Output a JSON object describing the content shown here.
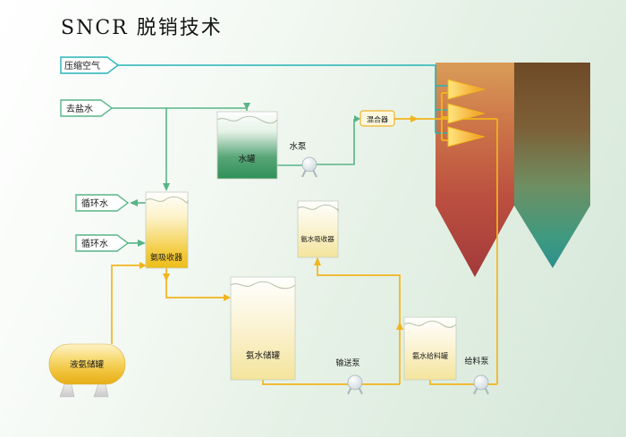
{
  "title": "SNCR 脱销技术",
  "flow_tags": {
    "compressed_air": "压缩空气",
    "demineralized_water": "去盐水",
    "circulating_water_out": "循环水",
    "circulating_water_in": "循环水"
  },
  "equipment": {
    "water_tank": "水罐",
    "water_pump": "水泵",
    "mixer": "混合器",
    "ammonia_absorber": "氨吸收器",
    "ammonia_water_absorber": "氨水吸收器",
    "liquid_ammonia_storage_tank": "液氨储罐",
    "ammonia_water_storage_tank": "氨水储罐",
    "transfer_pump": "输送泵",
    "ammonia_water_feed_tank": "氨水给料罐",
    "feed_pump": "给料泵"
  },
  "colors": {
    "compressed_air_line": "#26b3b8",
    "water_line": "#58b487",
    "ammonia_line": "#f2b51d",
    "furnace_hot": "#b04540",
    "flue_gas_cool": "#2d8f8f",
    "water_tank_green": "#2f9158",
    "ammonia_gold": "#eebd1a"
  }
}
